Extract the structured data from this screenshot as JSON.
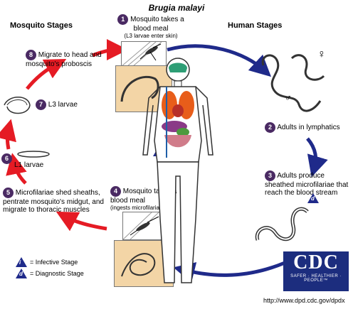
{
  "title": "Brugia malayi",
  "mosquito_heading": "Mosquito Stages",
  "human_heading": "Human Stages",
  "stages": [
    {
      "num": "1",
      "text": "Mosquito takes a blood meal",
      "sub": "(L3 larvae enter skin)"
    },
    {
      "num": "2",
      "text": "Adults in lymphatics"
    },
    {
      "num": "3",
      "text": "Adults produce sheathed microfilariae that reach the blood stream"
    },
    {
      "num": "4",
      "text": "Mosquito takes a blood meal",
      "sub": "(ingests microfilariae)"
    },
    {
      "num": "5",
      "text": "Microfilariae shed sheaths, pentrate mosquito's midgut, and migrate to thoracic muscles"
    },
    {
      "num": "6",
      "text": "L1 larvae"
    },
    {
      "num": "7",
      "text": "L3 larvae"
    },
    {
      "num": "8",
      "text": "Migrate to head and mosquito's proboscis"
    }
  ],
  "badges": {
    "infective": "i",
    "diagnostic": "d"
  },
  "legend": {
    "infective": "= Infective Stage",
    "diagnostic": "= Diagnostic Stage"
  },
  "symbols": {
    "female": "♀",
    "male": "♂"
  },
  "cdc": {
    "logo": "CDC",
    "tagline": "SAFER · HEALTHIER · PEOPLE™",
    "url": "http://www.dpd.cdc.gov/dpdx"
  },
  "colors": {
    "red_arrow": "#e51b24",
    "blue_arrow": "#1f2a8a",
    "stage_number": "#4a2a63",
    "panel": "#f3d5a6",
    "cdc_blue": "#1c2d7e"
  }
}
